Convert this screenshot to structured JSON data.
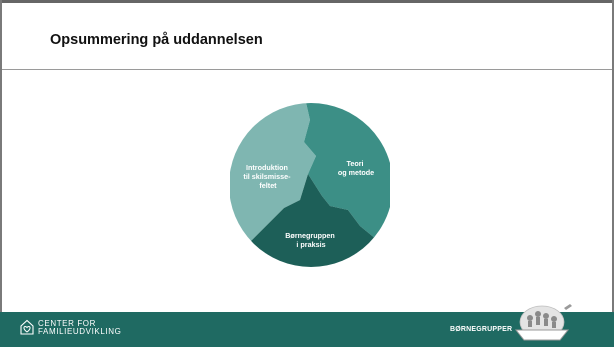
{
  "slide": {
    "title": "Opsummering på uddannelsen"
  },
  "diagram": {
    "segments": [
      {
        "label_lines": [
          "Introduktion",
          "til skilsmisse-",
          "feltet"
        ],
        "color": "#7fb6b1"
      },
      {
        "label_lines": [
          "Teori",
          "og metode"
        ],
        "color": "#3c8f86"
      },
      {
        "label_lines": [
          "Børnegruppen",
          "i praksis"
        ],
        "color": "#1d5f58"
      }
    ]
  },
  "footer": {
    "brand_line1": "CENTER FOR",
    "brand_line2": "FAMILIEUDVIKLING",
    "logo2_text": "BØRNEGRUPPER"
  }
}
